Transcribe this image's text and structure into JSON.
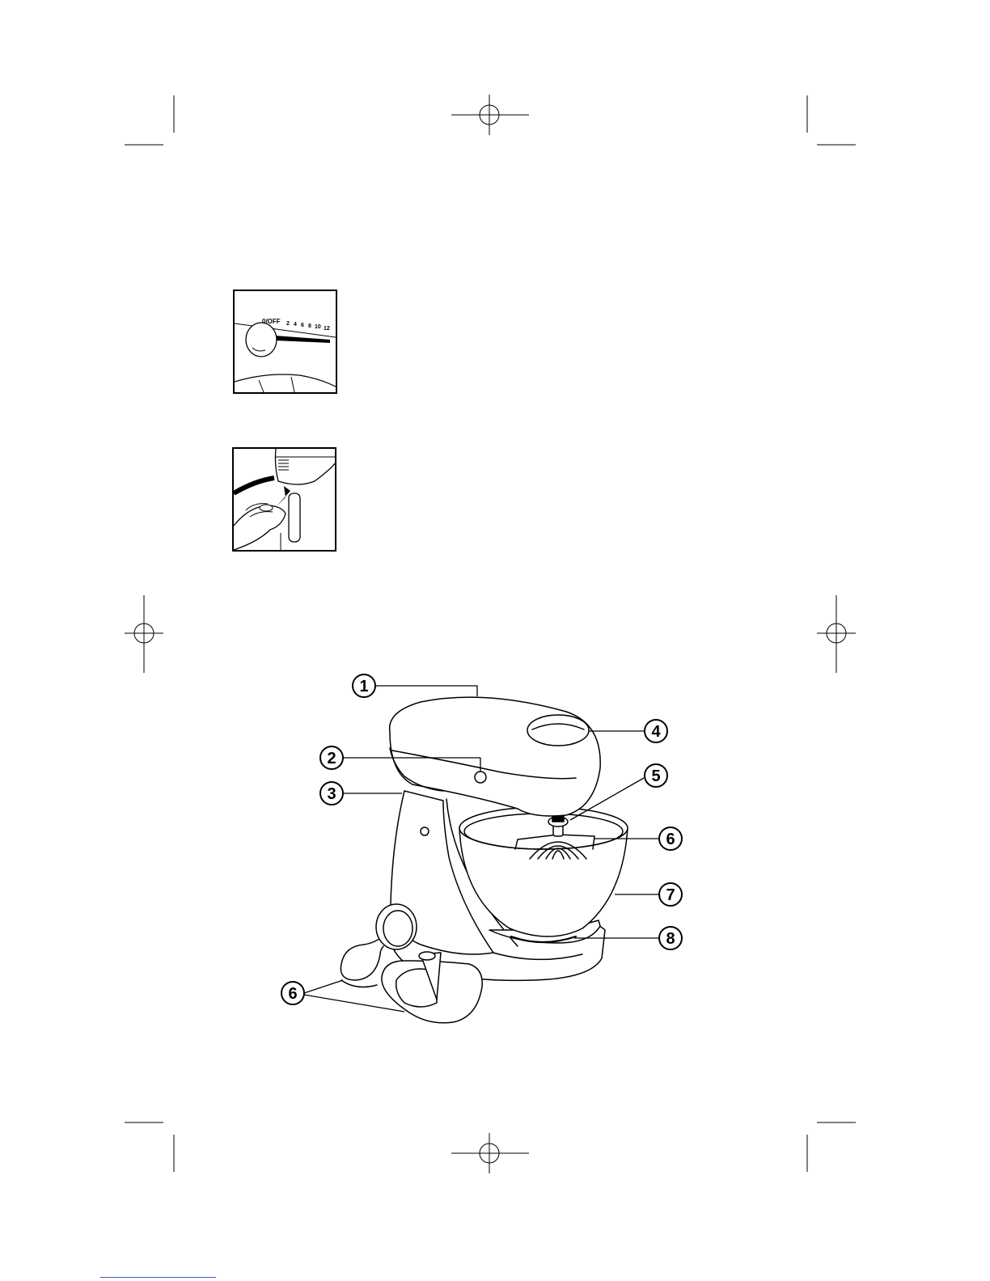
{
  "speed_dial": {
    "off_label": "0/OFF",
    "speed_labels": [
      "2",
      "4",
      "6",
      "8",
      "10",
      "12"
    ]
  },
  "callouts": [
    "1",
    "2",
    "3",
    "4",
    "5",
    "6",
    "7",
    "8",
    "6"
  ],
  "colors": {
    "ink": "#000000",
    "paper": "#ffffff",
    "footer_line": "#3a55c8"
  }
}
